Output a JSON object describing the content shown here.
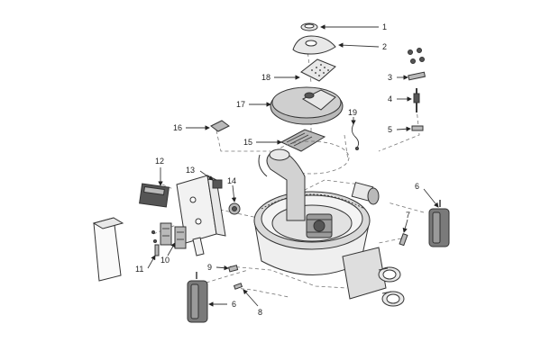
{
  "diagram": {
    "background": "#ffffff",
    "line_color": "#333333",
    "callouts": [
      {
        "label": "1"
      },
      {
        "label": "2"
      },
      {
        "label": "3"
      },
      {
        "label": "4"
      },
      {
        "label": "5"
      },
      {
        "label": "6"
      },
      {
        "label": "6"
      },
      {
        "label": "6"
      },
      {
        "label": "7"
      },
      {
        "label": "8"
      },
      {
        "label": "9"
      },
      {
        "label": "10"
      },
      {
        "label": "11"
      },
      {
        "label": "12"
      },
      {
        "label": "13"
      },
      {
        "label": "14"
      },
      {
        "label": "15"
      },
      {
        "label": "16"
      },
      {
        "label": "17"
      },
      {
        "label": "18"
      },
      {
        "label": "19"
      }
    ]
  }
}
